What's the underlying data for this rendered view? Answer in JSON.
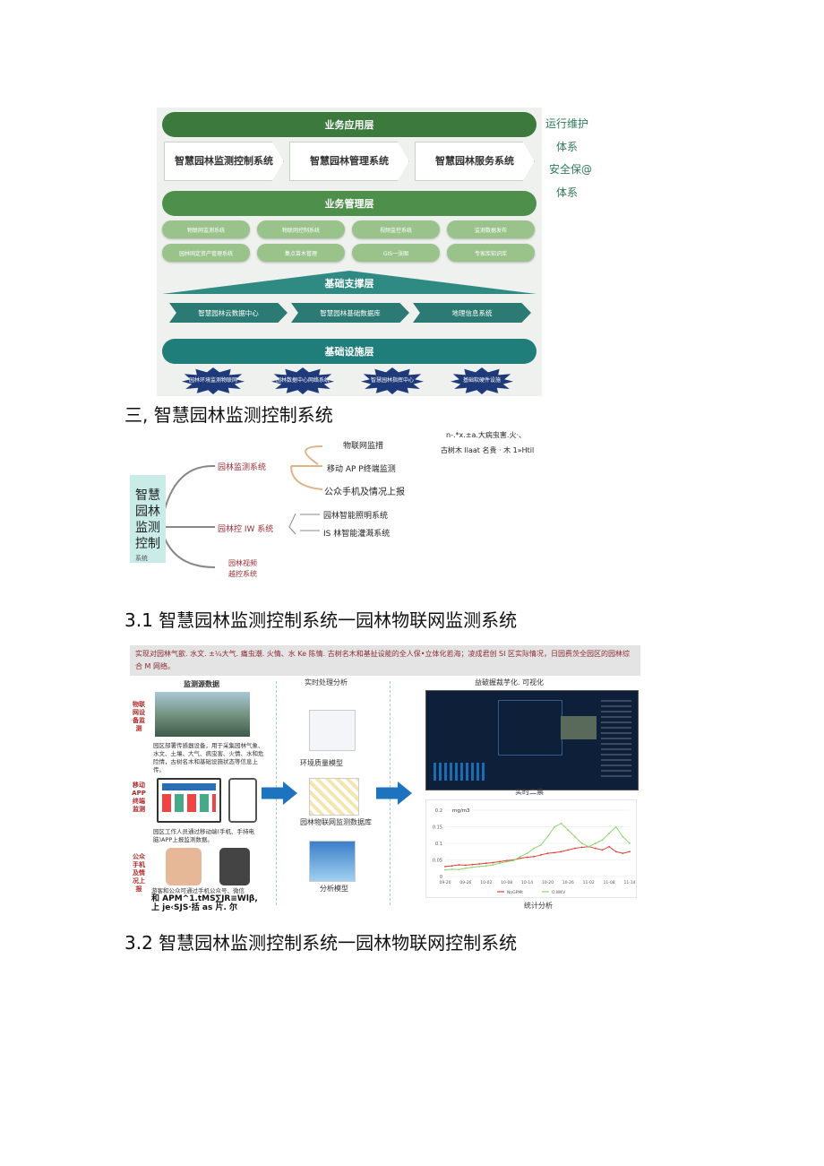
{
  "architecture": {
    "layers": {
      "application": "业务应用层",
      "management": "业务管理层",
      "support": "基础支撑层",
      "infrastructure": "基础设施层"
    },
    "application_boxes": [
      "智慧园林监测控制系统",
      "智慧园林管理系统",
      "智慧园林服务系统"
    ],
    "management_pills": [
      "物联网监测系统",
      "物联网控制系统",
      "视频监控系统",
      "监测数据发布",
      "园林固定资产管理系统",
      "集点苗木管理",
      "GIS一张图",
      "专家库知识库"
    ],
    "support_items": [
      "智慧园林云数据中心",
      "智慧园林基础数据库",
      "地理信息系统"
    ],
    "infrastructure_items": [
      "园林环境监测物联网",
      "园林数据中心网络系统",
      "智慧园林指挥中心",
      "基础软硬件设施"
    ],
    "side_labels": [
      "运行维护",
      "体系",
      "安全保@",
      "体系"
    ]
  },
  "heading_3": "三, 智慧园林监测控制系统",
  "mindmap": {
    "root": "智慧园林监测控制",
    "root_tail": "系统",
    "branch1": "园林监测系统",
    "branch1_children": [
      "物联网监措",
      "移动 AP P终端监测",
      "公众手机及情况上报"
    ],
    "branch2": "园林控 IW 系统",
    "branch2_children": [
      "园林智能照明系统",
      "IS 林智能灌溉系统"
    ],
    "branch3_line1": "园林视频",
    "branch3_line2": "越控系统",
    "note_line1": "n-.*x.±a.大病虫害.火·、",
    "note_line2": "古树木 llaat 名贵 · 木 1»Htil"
  },
  "heading_31": "3.1  智慧园林监测控制系统一园林物联网监测系统",
  "iot": {
    "banner": "实现对园林气歆. 水文. ±¼大气. 痛虫潮. 火情、水 Ke 陈情. 古树名木和基扯设能的全人保•立体化若海；凌成君创 SI 区实际情况，日园费茨全园区的园林综合 M 网络。",
    "col1_title": "监测源数据",
    "col2_title": "实时处理分析",
    "col3_title": "益破握裁芋化. 可视化",
    "vlabel1": "物联网设备监测",
    "vlabel2": "移动APP终端监测",
    "vlabel3": "公众手机及情况上报",
    "para1": "园区部署传感器设备，用于采集园林气象、水文、土壤、大气、病虫害、火情、水和危险情，古树名木和基础设施状态等信息上传。",
    "para2": "园区工作人员通过移动端(手机、手持电脑)APP上报监测数据。",
    "para3_line1": "游客和公众可通过手机公众号、微信",
    "para3_line2": "和 APM^1.tMS∑JR≡Wlβ,",
    "para3_line3": "上 je‹SJS·括 as 片. 尔",
    "model1": "环境质量模型",
    "model2": "园林物联网监测数据库",
    "model3": "分析模型",
    "dash_caption": "实时二票",
    "chart_caption": "统计分析"
  },
  "chart_data": {
    "type": "line",
    "ylabel": "mg/m3",
    "ylim": [
      0,
      0.2
    ],
    "y_ticks": [
      "0.2",
      "0.15",
      "0.1",
      "0.05",
      "0"
    ],
    "x": [
      "09-20",
      "09-22",
      "09-24",
      "09-26",
      "09-28",
      "09-30",
      "10-02",
      "10-04",
      "10-06",
      "10-08",
      "10-10",
      "10-12",
      "10-14",
      "10-16",
      "10-18",
      "10-20",
      "10-22",
      "10-24",
      "10-26",
      "10-28",
      "10-30",
      "11-01",
      "11-03",
      "11-05",
      "11-07",
      "11-09",
      "11-11",
      "11-13"
    ],
    "x_tick_labels": [
      "09-20",
      "09-26",
      "10-02",
      "10-08",
      "10-14",
      "10-20",
      "10-26",
      "11-02",
      "11-08",
      "11-14"
    ],
    "series": [
      {
        "name": "NoGPMt",
        "color": "#d9403a",
        "values": [
          0.03,
          0.032,
          0.035,
          0.034,
          0.036,
          0.038,
          0.04,
          0.042,
          0.045,
          0.048,
          0.05,
          0.055,
          0.058,
          0.06,
          0.065,
          0.07,
          0.072,
          0.075,
          0.08,
          0.085,
          0.088,
          0.09,
          0.085,
          0.08,
          0.09,
          0.075,
          0.07,
          0.075
        ]
      },
      {
        "name": "O.WKV",
        "color": "#8fd46b",
        "values": [
          0.02,
          0.022,
          0.021,
          0.025,
          0.028,
          0.03,
          0.032,
          0.035,
          0.04,
          0.045,
          0.048,
          0.06,
          0.07,
          0.085,
          0.095,
          0.12,
          0.15,
          0.16,
          0.14,
          0.12,
          0.1,
          0.09,
          0.1,
          0.11,
          0.13,
          0.15,
          0.12,
          0.1
        ]
      }
    ]
  }
}
